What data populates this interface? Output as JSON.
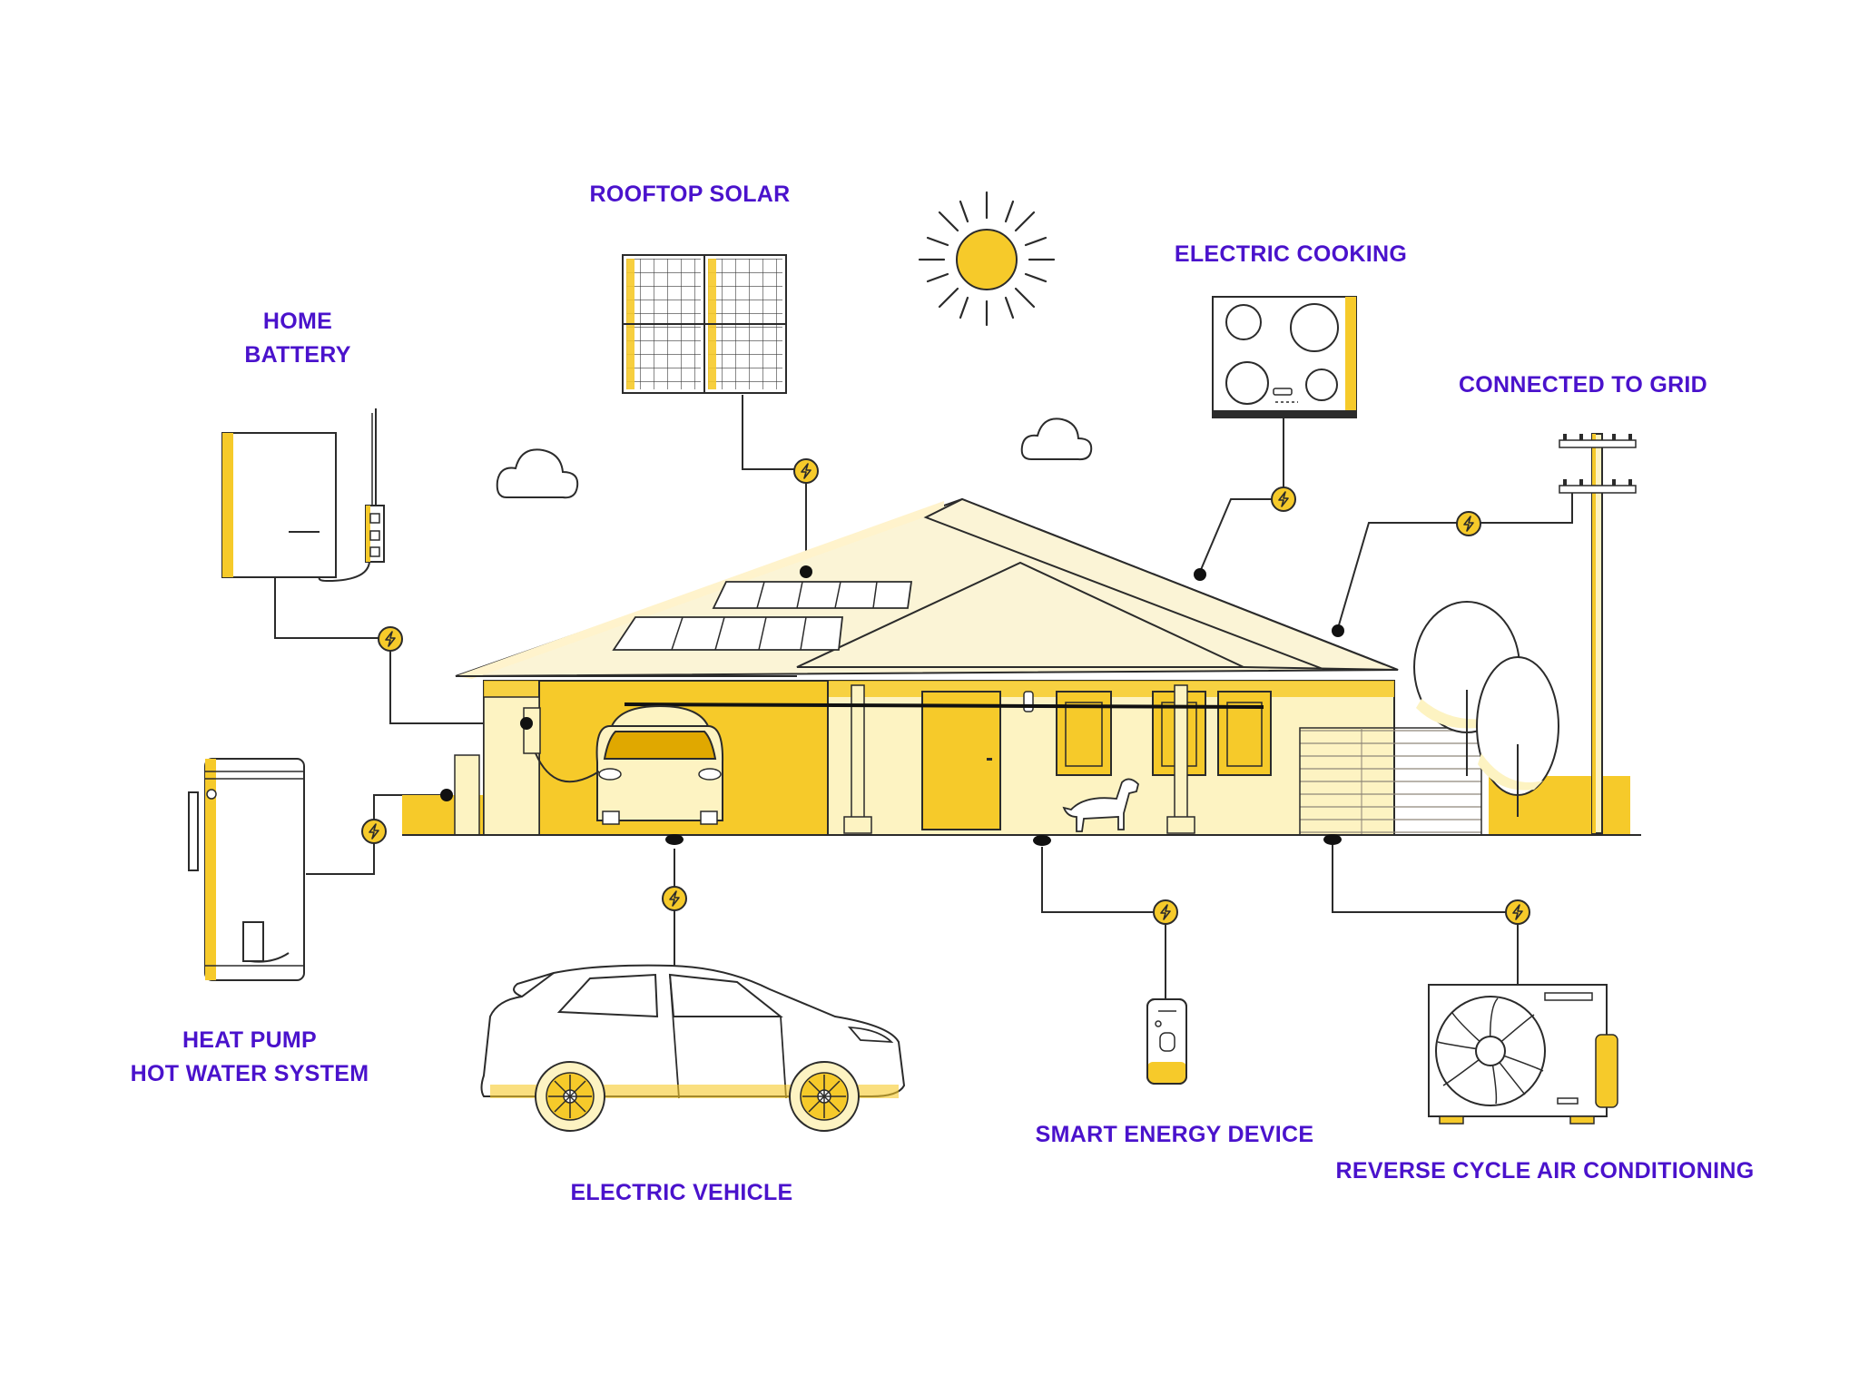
{
  "colors": {
    "accent_yellow": "#f6ca2a",
    "pale_yellow": "#fdf3c2",
    "roof_cream": "#fbf4d6",
    "label_purple": "#4a12cc",
    "line_ink": "#2b2b2b"
  },
  "labels": {
    "rooftop_solar": "ROOFTOP SOLAR",
    "electric_cooking": "ELECTRIC COOKING",
    "home_battery_line1": "HOME",
    "home_battery_line2": "BATTERY",
    "connected_to_grid": "CONNECTED TO GRID",
    "heat_pump_line1": "HEAT PUMP",
    "heat_pump_line2": "HOT WATER SYSTEM",
    "electric_vehicle": "ELECTRIC VEHICLE",
    "smart_energy_device": "SMART ENERGY DEVICE",
    "reverse_cycle_ac": "REVERSE CYCLE AIR CONDITIONING"
  },
  "icons": {
    "connector": "lightning-bolt-icon",
    "sun": "sun-icon",
    "cloud": "cloud-icon"
  }
}
